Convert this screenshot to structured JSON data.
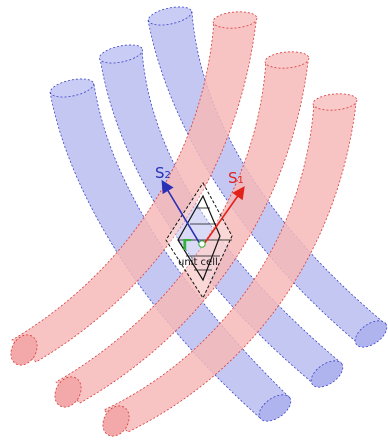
{
  "labels": {
    "s1": "S",
    "s1_sub": "1",
    "s2": "S",
    "s2_sub": "2",
    "gamma": "Γ",
    "unit_cell": "unit cell"
  },
  "colors": {
    "blue_fill": "#b9bdf0",
    "blue_stroke": "#3b44c8",
    "red_fill": "#f6b8b8",
    "red_stroke": "#d83a3a",
    "s1_color": "#e2231a",
    "s2_color": "#2a2fb5",
    "gamma_color": "#33b23a",
    "cell_color": "#111111"
  },
  "layers": {
    "back": "blue-cylinders",
    "front": "red-cylinders",
    "blue_count": 3,
    "red_count": 3
  }
}
